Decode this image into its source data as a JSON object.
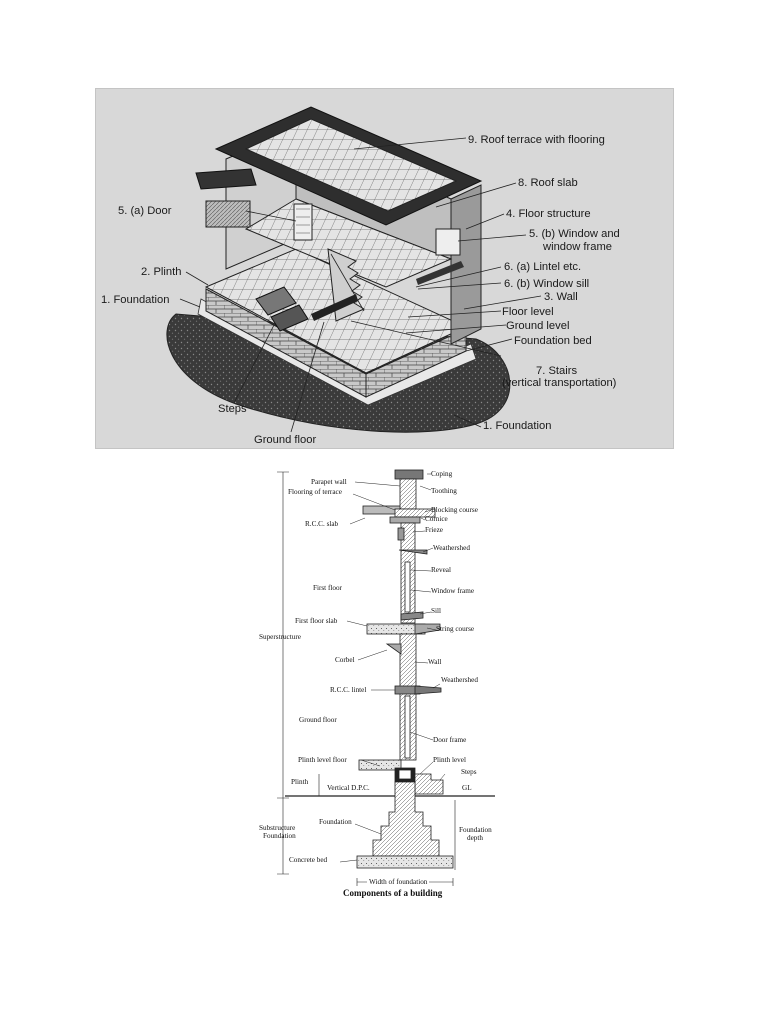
{
  "figure1": {
    "labels": {
      "roof_terrace": "9. Roof terrace with flooring",
      "roof_slab": "8. Roof slab",
      "door": "5. (a) Door",
      "floor_structure": "4. Floor structure",
      "window_frame_l1": "5. (b) Window and",
      "window_frame_l2": "window frame",
      "plinth": "2. Plinth",
      "lintel": "6. (a) Lintel etc.",
      "window_sill": "6. (b) Window sill",
      "foundation_left": "1. Foundation",
      "wall": "3. Wall",
      "floor_level": "Floor level",
      "ground_level": "Ground level",
      "foundation_bed": "Foundation bed",
      "stairs_l1": "7. Stairs",
      "stairs_l2": "(vertical transportation)",
      "steps": "Steps",
      "foundation_right": "1. Foundation",
      "ground_floor": "Ground floor"
    }
  },
  "figure2": {
    "labels": {
      "coping": "Coping",
      "parapet_wall": "Parapet wall",
      "toothing": "Toothing",
      "flooring_of_terrace": "Flooring of terrace",
      "blocking_course": "Blocking course",
      "cornice": "Cornice",
      "rcc_slab": "R.C.C. slab",
      "frieze": "Frieze",
      "weathershed_top": "Weathershed",
      "reveal": "Reveal",
      "first_floor": "First floor",
      "window_frame": "Window frame",
      "sill": "Sill",
      "first_floor_slab": "First floor slab",
      "string_course": "String course",
      "superstructure": "Superstructure",
      "corbel": "Corbel",
      "wall": "Wall",
      "weathershed_mid": "Weathershed",
      "rcc_lintel": "R.C.C. lintel",
      "ground_floor": "Ground floor",
      "door_frame": "Door frame",
      "plinth_level_floor": "Plinth level floor",
      "plinth_level": "Plinth level",
      "steps": "Steps",
      "plinth": "Plinth",
      "vertical_dpc": "Vertical D.P.C.",
      "gl": "GL",
      "substructure_l1": "Substructure",
      "substructure_l2": "Foundation",
      "foundation": "Foundation",
      "foundation_depth_l1": "Foundation",
      "foundation_depth_l2": "depth",
      "concrete_bed": "Concrete bed",
      "width_of_foundation": "Width of foundation",
      "caption": "Components of a building"
    }
  }
}
